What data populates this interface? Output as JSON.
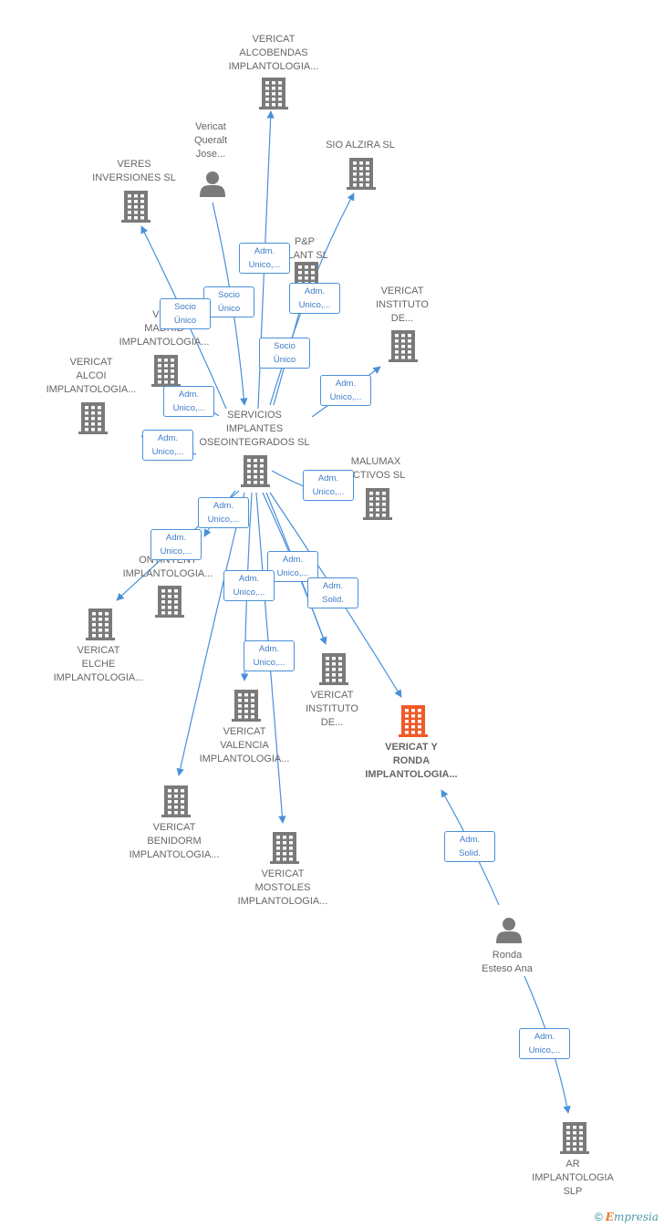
{
  "colors": {
    "arrow": "#4a90d9",
    "building": "#7a7a7a",
    "building_focus": "#f05a28",
    "person": "#7a7a7a",
    "label": "#666666"
  },
  "nodes": {
    "alcobendas": {
      "label": "VERICAT\nALCOBENDAS\nIMPLANTOLOGIA...",
      "type": "company"
    },
    "queralt": {
      "label": "Vericat\nQueralt\nJose...",
      "type": "person"
    },
    "sio": {
      "label": "SIO ALZIRA  SL",
      "type": "company"
    },
    "veres": {
      "label": "VERES\nINVERSIONES SL",
      "type": "company"
    },
    "pp": {
      "label": "P&P\nPLANT  SL",
      "type": "company"
    },
    "madrid": {
      "label": "VERI\nMADRID\nIMPLANTOLOGIA...",
      "type": "company"
    },
    "instituto1": {
      "label": "VERICAT\nINSTITUTO\nDE...",
      "type": "company"
    },
    "alcoi": {
      "label": "VERICAT\nALCOI\nIMPLANTOLOGIA...",
      "type": "company"
    },
    "servicios": {
      "label": "SERVICIOS\nIMPLANTES\nOSEOINTEGRADOS SL",
      "type": "company"
    },
    "malumax": {
      "label": "MALUMAX\nACTIVOS  SL",
      "type": "company"
    },
    "ontinyent": {
      "label": "V\nONTINYENT\nIMPLANTOLOGIA...",
      "type": "company"
    },
    "elche": {
      "label": "VERICAT\nELCHE\nIMPLANTOLOGIA...",
      "type": "company"
    },
    "instituto2": {
      "label": "VERICAT\nINSTITUTO\nDE...",
      "type": "company"
    },
    "valencia": {
      "label": "VERICAT\nVALENCIA\nIMPLANTOLOGIA...",
      "type": "company"
    },
    "ronda_co": {
      "label": "VERICAT Y\nRONDA\nIMPLANTOLOGIA...",
      "type": "company_focus"
    },
    "benidorm": {
      "label": "VERICAT\nBENIDORM\nIMPLANTOLOGIA...",
      "type": "company"
    },
    "mostoles": {
      "label": "VERICAT\nMOSTOLES\nIMPLANTOLOGIA...",
      "type": "company"
    },
    "ronda": {
      "label": "Ronda\nEsteso Ana",
      "type": "person"
    },
    "ar": {
      "label": "AR\nIMPLANTOLOGIA\nSLP",
      "type": "company"
    }
  },
  "relations": [
    {
      "from": "servicios",
      "to": "alcobendas",
      "label": "Adm.\nUnico,..."
    },
    {
      "from": "queralt",
      "to": "servicios",
      "label": "Socio\nÚnico"
    },
    {
      "from": "servicios",
      "to": "sio",
      "label": "Adm.\nUnico,..."
    },
    {
      "from": "servicios",
      "to": "veres",
      "label": "Socio\nÚnico"
    },
    {
      "from": "servicios",
      "to": "pp",
      "label": "Socio\nÚnico"
    },
    {
      "from": "servicios",
      "to": "madrid",
      "label": "Adm.\nUnico,..."
    },
    {
      "from": "servicios",
      "to": "instituto1",
      "label": "Adm.\nUnico,..."
    },
    {
      "from": "servicios",
      "to": "alcoi",
      "label": "Adm.\nUnico,..."
    },
    {
      "from": "servicios",
      "to": "malumax",
      "label": "Adm.\nUnico,..."
    },
    {
      "from": "servicios",
      "to": "ontinyent",
      "label": "Adm.\nUnico,..."
    },
    {
      "from": "servicios",
      "to": "elche",
      "label": "Adm.\nUnico,..."
    },
    {
      "from": "servicios",
      "to": "instituto2",
      "label": "Adm.\nUnico,..."
    },
    {
      "from": "servicios",
      "to": "instituto2",
      "label": "Adm.\nSolid."
    },
    {
      "from": "servicios",
      "to": "valencia",
      "label": "Adm.\nUnico,..."
    },
    {
      "from": "servicios",
      "to": "ronda_co",
      "label": ""
    },
    {
      "from": "servicios",
      "to": "benidorm",
      "label": "Adm.\nUnico,..."
    },
    {
      "from": "servicios",
      "to": "mostoles",
      "label": "Adm.\nUnico,..."
    },
    {
      "from": "ronda",
      "to": "ronda_co",
      "label": "Adm.\nSolid."
    },
    {
      "from": "ronda",
      "to": "ar",
      "label": "Adm.\nUnico,..."
    }
  ],
  "footer": {
    "copyright": "©",
    "brand_first": "E",
    "brand_rest": "mpresia"
  }
}
